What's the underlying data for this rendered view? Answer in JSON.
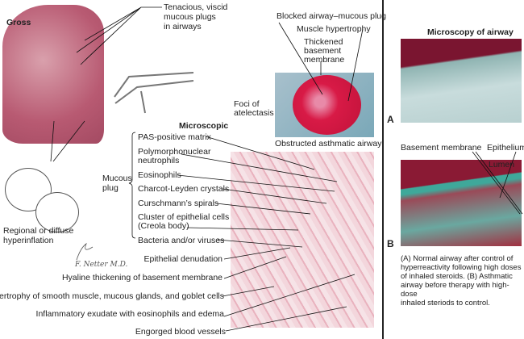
{
  "gross": {
    "title": "Gross",
    "mucous_plugs": [
      "Tenacious, viscid",
      "mucous plugs",
      "in airways"
    ],
    "hyperinflation": [
      "Regional or diffuse",
      "hyperinflation"
    ]
  },
  "airway_photo": {
    "blocked": "Blocked airway–mucous plug",
    "muscle": "Muscle hypertrophy",
    "thickened": [
      "Thickened",
      "basement",
      "membrane"
    ],
    "foci": [
      "Foci of",
      "atelectasis"
    ],
    "caption": "Obstructed asthmatic airway"
  },
  "microscopic": {
    "title": "Microscopic",
    "group_label": [
      "Mucous",
      "plug"
    ],
    "plug_items": [
      "PAS-positive matrix",
      "Polymorphonuclear",
      "neutrophils",
      "Eosinophils",
      "Charcot-Leyden crystals",
      "Curschmann’s spirals",
      "Cluster of epithelial cells",
      "(Creola body)",
      "Bacteria and/or viruses"
    ],
    "other_items": [
      "Epithelial denudation",
      "Hyaline thickening of basement membrane",
      "Hypertrophy of smooth muscle, mucous glands, and goblet cells",
      "Inflammatory exudate with eosinophils and edema",
      "Engorged blood vessels"
    ]
  },
  "right_panel": {
    "title": "Microscopy of airway",
    "label_a": "A",
    "label_b": "B",
    "basement": "Basement membrane",
    "epithelium": "Epithelium",
    "lumen": "Lumen",
    "caption": [
      "(A) Normal airway after control of",
      "hyperreactivity following high doses",
      "of inhaled steroids. (B) Asthmatic",
      "airway before therapy with high-dose",
      "inhaled steriods to control."
    ]
  },
  "signature": "F. Netter M.D."
}
